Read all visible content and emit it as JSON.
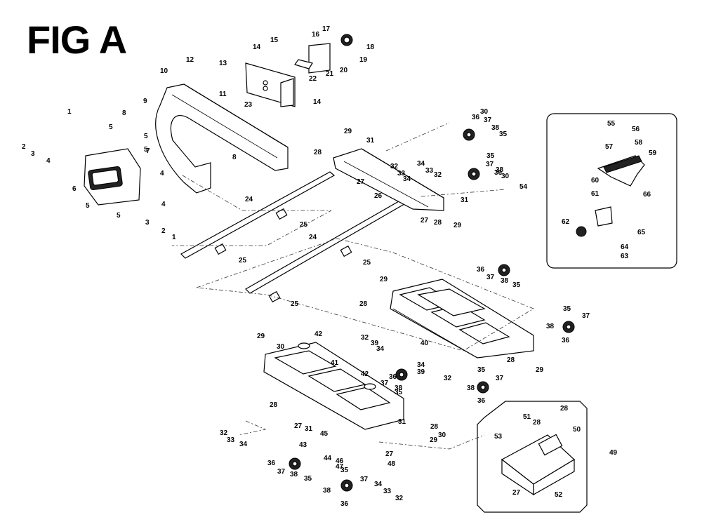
{
  "figure": {
    "title": "FIG A"
  },
  "callouts": [
    {
      "label": "1"
    },
    {
      "label": "2"
    },
    {
      "label": "3"
    },
    {
      "label": "4"
    },
    {
      "label": "5"
    },
    {
      "label": "5"
    },
    {
      "label": "5"
    },
    {
      "label": "6"
    },
    {
      "label": "7"
    },
    {
      "label": "8"
    },
    {
      "label": "8"
    },
    {
      "label": "9"
    },
    {
      "label": "10"
    },
    {
      "label": "11"
    },
    {
      "label": "12"
    },
    {
      "label": "13"
    },
    {
      "label": "14"
    },
    {
      "label": "14"
    },
    {
      "label": "15"
    },
    {
      "label": "16"
    },
    {
      "label": "17"
    },
    {
      "label": "18"
    },
    {
      "label": "19"
    },
    {
      "label": "20"
    },
    {
      "label": "21"
    },
    {
      "label": "22"
    },
    {
      "label": "23"
    },
    {
      "label": "4"
    },
    {
      "label": "4"
    },
    {
      "label": "3"
    },
    {
      "label": "2"
    },
    {
      "label": "1"
    },
    {
      "label": "5"
    },
    {
      "label": "5"
    },
    {
      "label": "24"
    },
    {
      "label": "25"
    },
    {
      "label": "25"
    },
    {
      "label": "24"
    },
    {
      "label": "25"
    },
    {
      "label": "25"
    },
    {
      "label": "26"
    },
    {
      "label": "27"
    },
    {
      "label": "27"
    },
    {
      "label": "28"
    },
    {
      "label": "28"
    },
    {
      "label": "29"
    },
    {
      "label": "29"
    },
    {
      "label": "30"
    },
    {
      "label": "30"
    },
    {
      "label": "31"
    },
    {
      "label": "31"
    },
    {
      "label": "32"
    },
    {
      "label": "32"
    },
    {
      "label": "33"
    },
    {
      "label": "33"
    },
    {
      "label": "34"
    },
    {
      "label": "34"
    },
    {
      "label": "35"
    },
    {
      "label": "35"
    },
    {
      "label": "36"
    },
    {
      "label": "36"
    },
    {
      "label": "37"
    },
    {
      "label": "37"
    },
    {
      "label": "38"
    },
    {
      "label": "38"
    },
    {
      "label": "35"
    },
    {
      "label": "36"
    },
    {
      "label": "37"
    },
    {
      "label": "38"
    },
    {
      "label": "35"
    },
    {
      "label": "29"
    },
    {
      "label": "28"
    },
    {
      "label": "32"
    },
    {
      "label": "39"
    },
    {
      "label": "34"
    },
    {
      "label": "40"
    },
    {
      "label": "35"
    },
    {
      "label": "38"
    },
    {
      "label": "37"
    },
    {
      "label": "36"
    },
    {
      "label": "28"
    },
    {
      "label": "29"
    },
    {
      "label": "37"
    },
    {
      "label": "38"
    },
    {
      "label": "36"
    },
    {
      "label": "29"
    },
    {
      "label": "30"
    },
    {
      "label": "42"
    },
    {
      "label": "41"
    },
    {
      "label": "42"
    },
    {
      "label": "36"
    },
    {
      "label": "34"
    },
    {
      "label": "39"
    },
    {
      "label": "32"
    },
    {
      "label": "37"
    },
    {
      "label": "38"
    },
    {
      "label": "35"
    },
    {
      "label": "28"
    },
    {
      "label": "27"
    },
    {
      "label": "31"
    },
    {
      "label": "32"
    },
    {
      "label": "33"
    },
    {
      "label": "34"
    },
    {
      "label": "45"
    },
    {
      "label": "43"
    },
    {
      "label": "44"
    },
    {
      "label": "46"
    },
    {
      "label": "47"
    },
    {
      "label": "48"
    },
    {
      "label": "31"
    },
    {
      "label": "28"
    },
    {
      "label": "30"
    },
    {
      "label": "29"
    },
    {
      "label": "27"
    },
    {
      "label": "36"
    },
    {
      "label": "37"
    },
    {
      "label": "38"
    },
    {
      "label": "35"
    },
    {
      "label": "35"
    },
    {
      "label": "37"
    },
    {
      "label": "38"
    },
    {
      "label": "36"
    },
    {
      "label": "34"
    },
    {
      "label": "33"
    },
    {
      "label": "32"
    },
    {
      "label": "28"
    },
    {
      "label": "51"
    },
    {
      "label": "28"
    },
    {
      "label": "53"
    },
    {
      "label": "50"
    },
    {
      "label": "49"
    },
    {
      "label": "27"
    },
    {
      "label": "52"
    },
    {
      "label": "54"
    },
    {
      "label": "55"
    },
    {
      "label": "56"
    },
    {
      "label": "57"
    },
    {
      "label": "58"
    },
    {
      "label": "59"
    },
    {
      "label": "60"
    },
    {
      "label": "61"
    },
    {
      "label": "66"
    },
    {
      "label": "62"
    },
    {
      "label": "65"
    },
    {
      "label": "64"
    },
    {
      "label": "63"
    }
  ]
}
